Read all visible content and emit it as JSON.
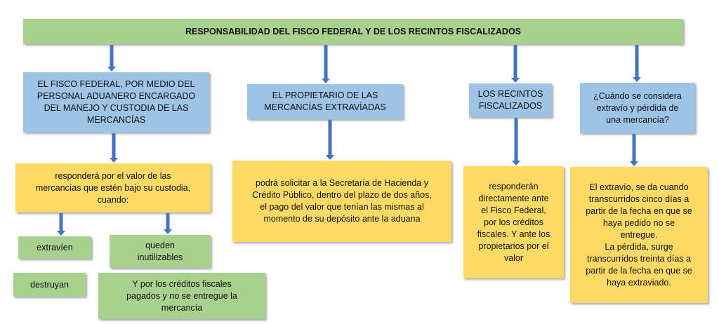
{
  "header": {
    "title": "RESPONSABILIDAD DEL FISCO FEDERAL Y DE LOS RECINTOS FISCALIZADOS"
  },
  "columns": {
    "fisco": {
      "heading": "EL FISCO FEDERAL, POR MEDIO DEL\nPERSONAL ADUANERO ENCARGADO\nDEL MANEJO Y CUSTODIA DE LAS\nMERCANCÍAS",
      "detail": "responderá por el valor de las\nmercancías que estén bajo su custodia,\ncuando:",
      "cases": {
        "extravien": "extravíen",
        "queden": "queden\ninutilizables",
        "destruyan": "destruyan",
        "creditos": "Y por los créditos fiscales\npagados y no se entregue la\nmercancía"
      }
    },
    "propietario": {
      "heading": "EL PROPIETARIO DE LAS\nMERCANCÍAS EXTRAVÍADAS",
      "detail": "podrá solicitar a la Secretaría de Hacienda y\nCrédito Público, dentro del plazo de dos años,\nel pago del valor que tenían las mismas al\nmomento de su depósito ante la aduana"
    },
    "recintos": {
      "heading": "LOS RECINTOS\nFISCALIZADOS",
      "detail": "responderán\ndirectamente ante\nel Fisco Federal,\npor los créditos\nfiscales. Y ante los\npropietarios por el\nvalor"
    },
    "cuando": {
      "heading": "¿Cuándo se considera\nextravío y pérdida de\nuna mercancía?",
      "detail": "El extravío, se da cuando\ntranscurridos cinco días a\npartir de la fecha en que se\nhaya pedido no se\nentregue.\nLa pérdida, surge\ntranscurridos treinta días a\npartir de la fecha en que se\nhaya extraviado."
    }
  },
  "colors": {
    "green": "#a9d18e",
    "blue": "#9dc3e6",
    "yellow": "#ffd966",
    "arrow": "#4472c4"
  }
}
